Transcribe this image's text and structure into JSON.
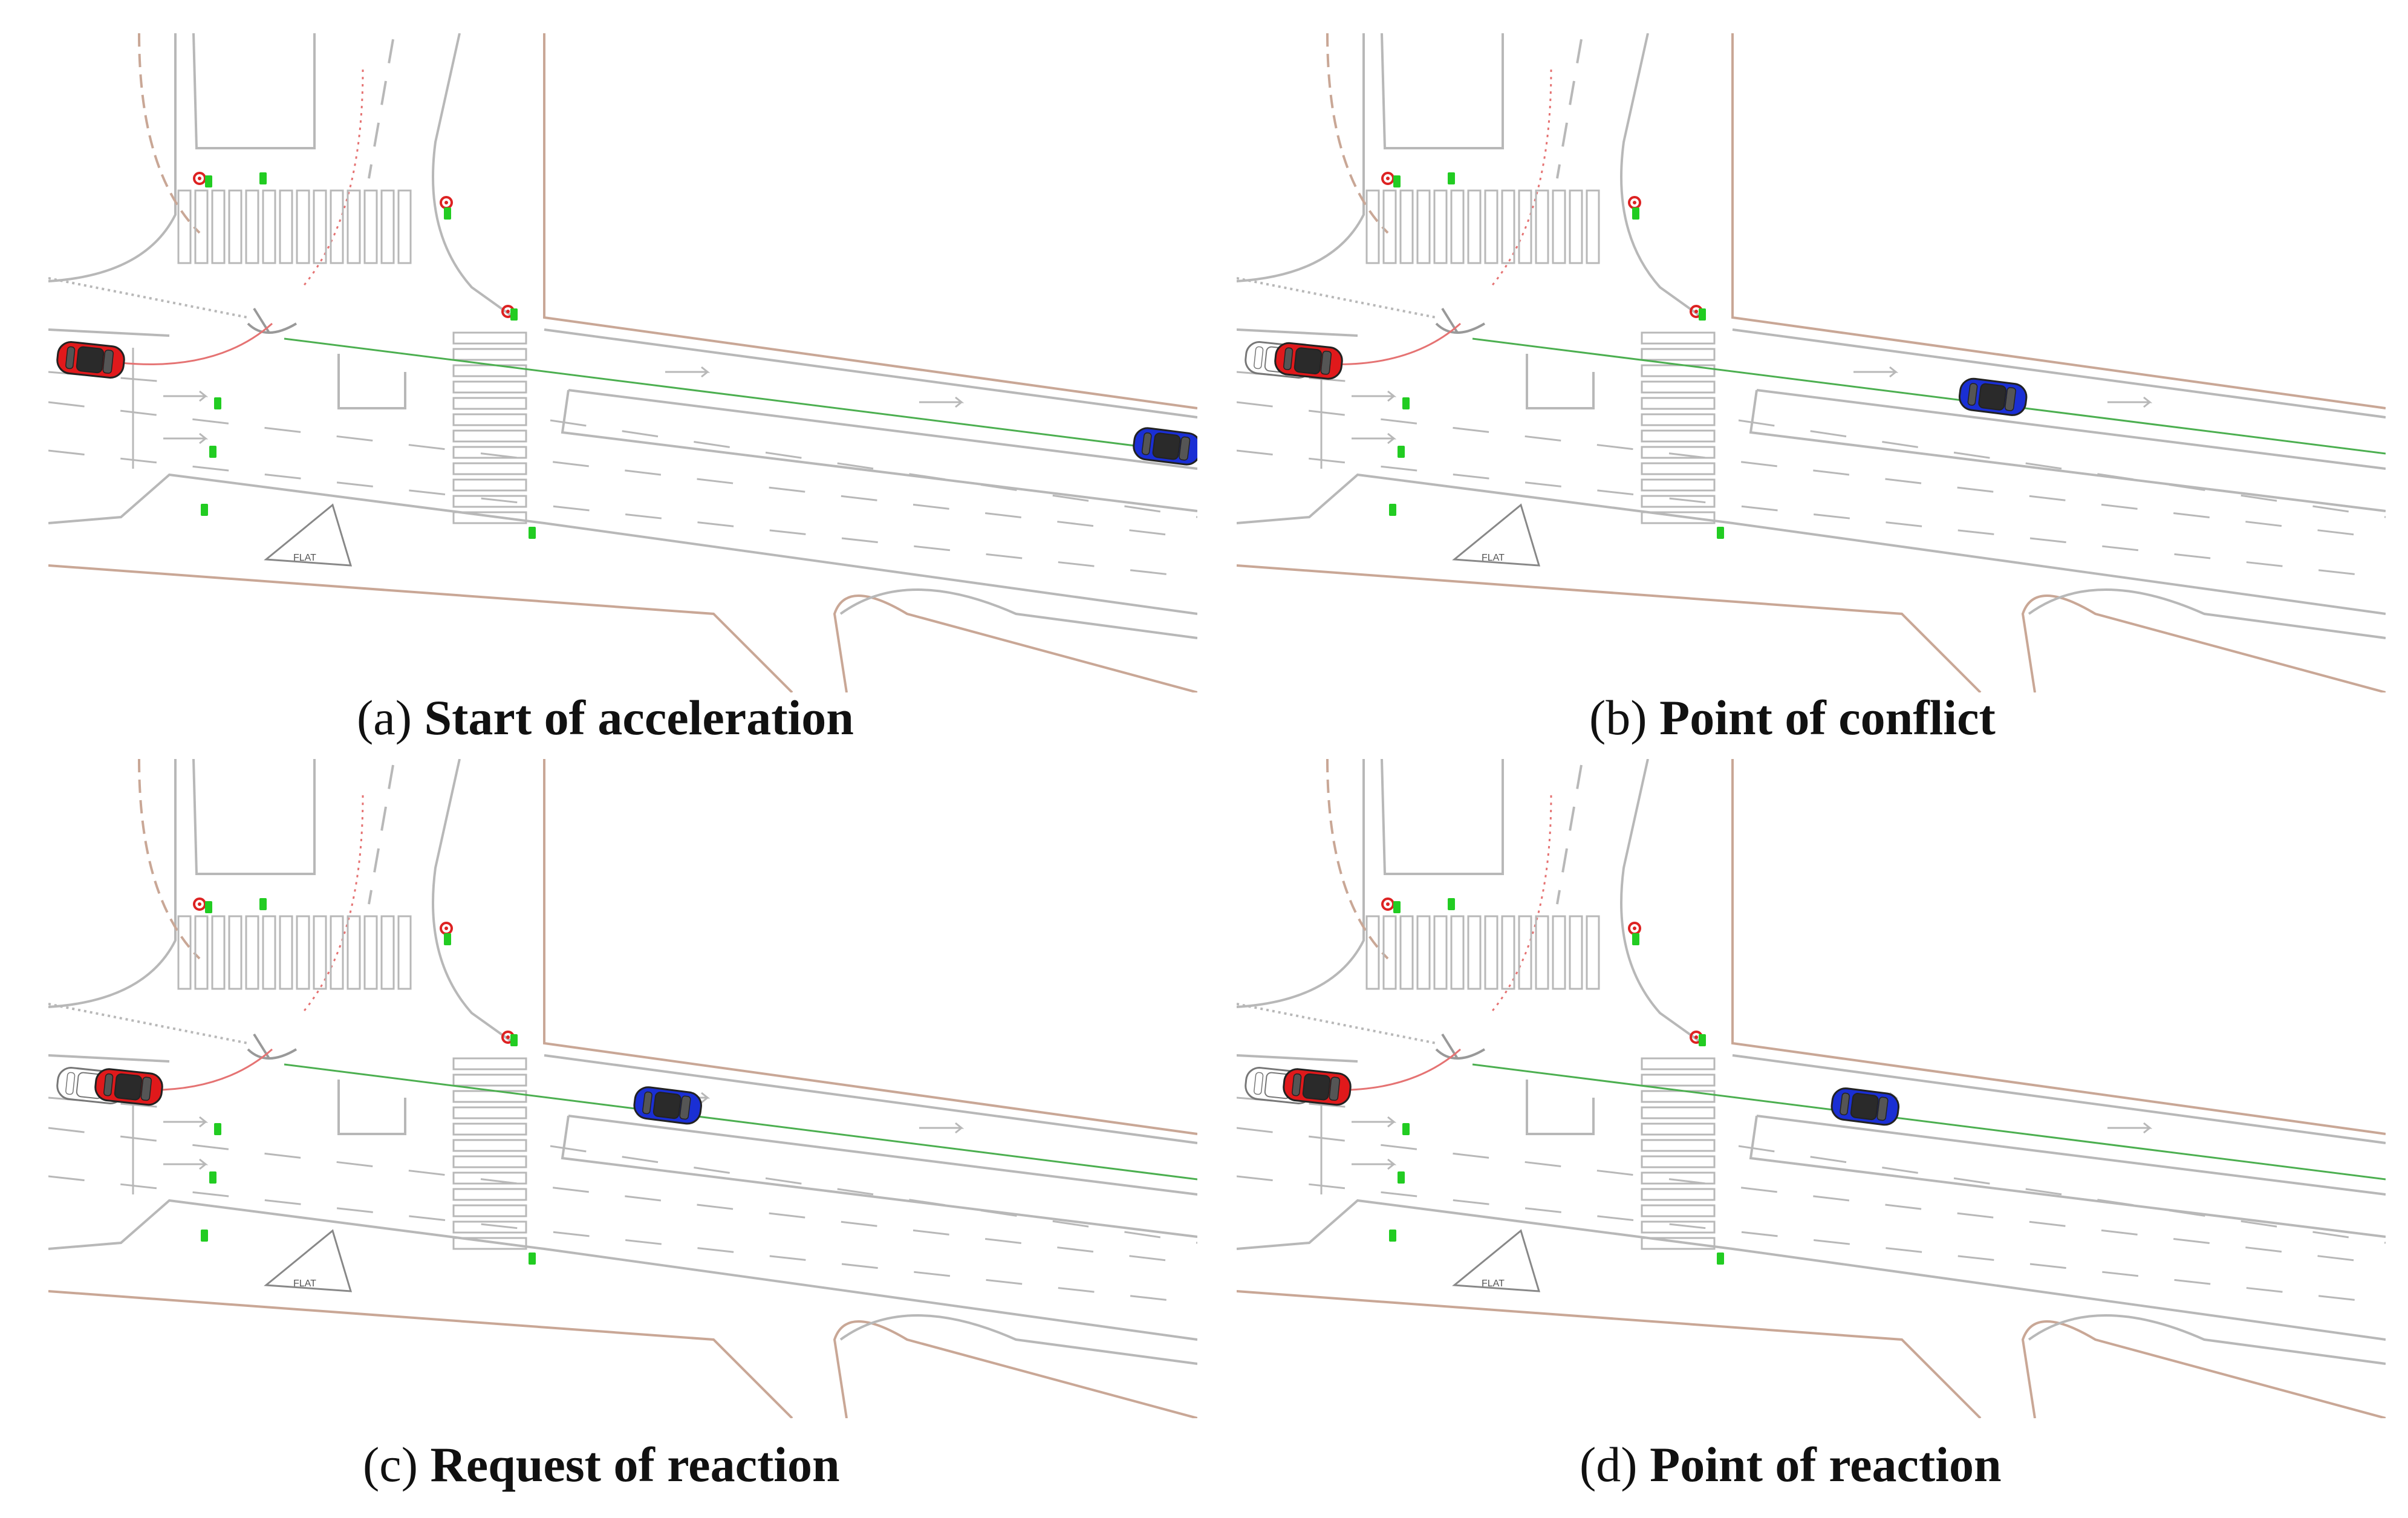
{
  "panels": [
    {
      "id": "a",
      "label": "(a)",
      "title": "Start of acceleration",
      "cars": {
        "blue": {
          "along": 1.0
        },
        "red": {
          "along": 0.0,
          "ghost": false
        }
      }
    },
    {
      "id": "b",
      "label": "(b)",
      "title": "Point of conflict",
      "cars": {
        "blue": {
          "along": 0.57
        },
        "red": {
          "along": 0.07,
          "ghost": true
        }
      }
    },
    {
      "id": "c",
      "label": "(c)",
      "title": "Request of reaction",
      "cars": {
        "blue": {
          "along": 0.42
        },
        "red": {
          "along": 0.09,
          "ghost": true
        }
      }
    },
    {
      "id": "d",
      "label": "(d)",
      "title": "Point of reaction",
      "cars": {
        "blue": {
          "along": 0.43
        },
        "red": {
          "along": 0.09,
          "ghost": true
        }
      }
    }
  ],
  "road_marking_text": "FLAT",
  "colors": {
    "road_edge": "#b8b8b8",
    "curb": "#c9a796",
    "path_green": "#4caf50",
    "path_red": "#e57373",
    "signal_green": "#22cc22",
    "signal_red": "#dd2222",
    "car_red": "#e0191b",
    "car_blue": "#1a2fd4"
  }
}
